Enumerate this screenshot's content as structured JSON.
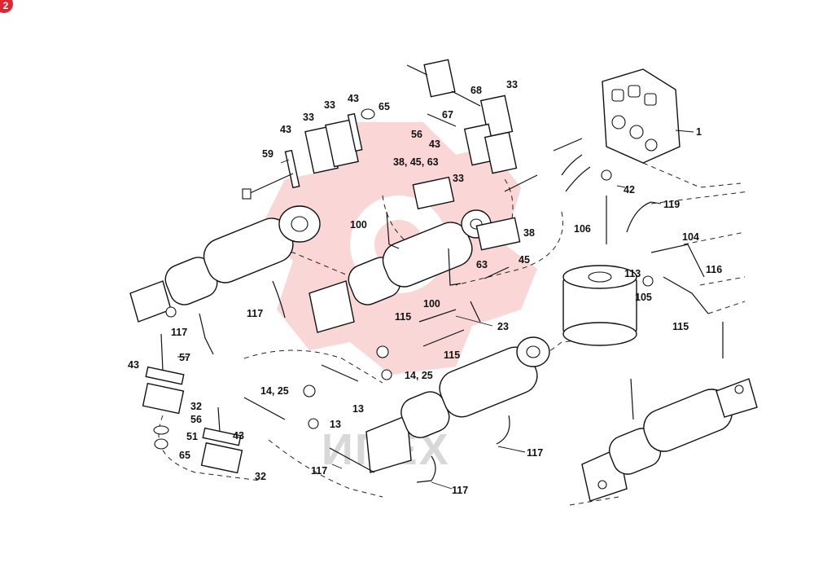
{
  "badge": {
    "text": "2",
    "color": "#e0262e"
  },
  "watermark": {
    "text": "ИПEX",
    "color": "#f6b6b6"
  },
  "callouts": [
    {
      "id": "c1",
      "text": "1"
    },
    {
      "id": "c68",
      "text": "68"
    },
    {
      "id": "c33a",
      "text": "33"
    },
    {
      "id": "c67",
      "text": "67"
    },
    {
      "id": "c56a",
      "text": "56"
    },
    {
      "id": "c43a",
      "text": "43"
    },
    {
      "id": "c33b",
      "text": "33"
    },
    {
      "id": "c43b",
      "text": "43"
    },
    {
      "id": "c33c",
      "text": "33"
    },
    {
      "id": "c33d",
      "text": "33"
    },
    {
      "id": "c43c",
      "text": "43"
    },
    {
      "id": "c65a",
      "text": "65"
    },
    {
      "id": "c59",
      "text": "59"
    },
    {
      "id": "c384563",
      "text": "38, 45, 63"
    },
    {
      "id": "c42",
      "text": "42"
    },
    {
      "id": "c119",
      "text": "119"
    },
    {
      "id": "c106",
      "text": "106"
    },
    {
      "id": "c100a",
      "text": "100"
    },
    {
      "id": "c38",
      "text": "38"
    },
    {
      "id": "c45",
      "text": "45"
    },
    {
      "id": "c63",
      "text": "63"
    },
    {
      "id": "c104",
      "text": "104"
    },
    {
      "id": "c113",
      "text": "113"
    },
    {
      "id": "c116",
      "text": "116"
    },
    {
      "id": "c105",
      "text": "105"
    },
    {
      "id": "c115a",
      "text": "115"
    },
    {
      "id": "c100b",
      "text": "100"
    },
    {
      "id": "c117a",
      "text": "117"
    },
    {
      "id": "c115b",
      "text": "115"
    },
    {
      "id": "c23",
      "text": "23"
    },
    {
      "id": "c115c",
      "text": "115"
    },
    {
      "id": "c117b",
      "text": "117"
    },
    {
      "id": "c57",
      "text": "57"
    },
    {
      "id": "c43d",
      "text": "43"
    },
    {
      "id": "c1425a",
      "text": "14, 25"
    },
    {
      "id": "c1425b",
      "text": "14, 25"
    },
    {
      "id": "c32a",
      "text": "32"
    },
    {
      "id": "c13a",
      "text": "13"
    },
    {
      "id": "c56b",
      "text": "56"
    },
    {
      "id": "c13b",
      "text": "13"
    },
    {
      "id": "c43e",
      "text": "43"
    },
    {
      "id": "c51",
      "text": "51"
    },
    {
      "id": "c65b",
      "text": "65"
    },
    {
      "id": "c117c",
      "text": "117"
    },
    {
      "id": "c32b",
      "text": "32"
    },
    {
      "id": "c117d",
      "text": "117"
    },
    {
      "id": "c117e",
      "text": "117"
    }
  ]
}
